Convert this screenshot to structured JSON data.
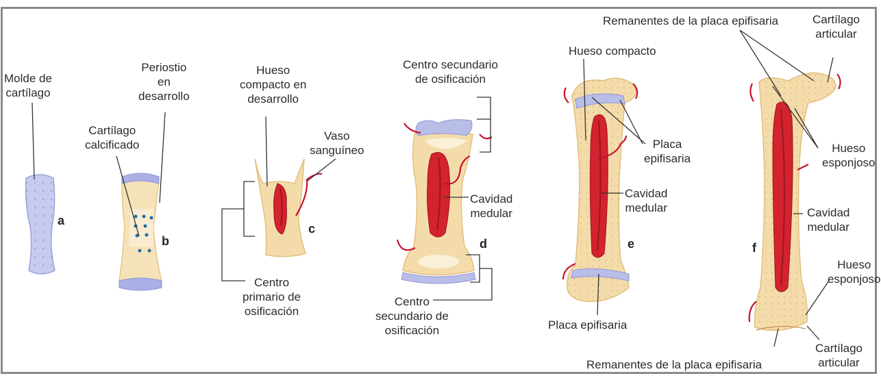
{
  "stages": [
    {
      "letter": "a",
      "labels": {
        "molde": [
          "Molde de",
          "cartílago"
        ]
      }
    },
    {
      "letter": "b",
      "labels": {
        "periostio": [
          "Periostio",
          "en",
          "desarrollo"
        ],
        "calcificado": [
          "Cartílago",
          "calcificado"
        ]
      }
    },
    {
      "letter": "c",
      "labels": {
        "hueso_compacto": [
          "Hueso",
          "compacto en",
          "desarrollo"
        ],
        "vaso": [
          "Vaso",
          "sanguíneo"
        ],
        "centro_primario": [
          "Centro",
          "primario de",
          "osificación"
        ]
      }
    },
    {
      "letter": "d",
      "labels": {
        "centro_sec_top": [
          "Centro secundario",
          "de osificación"
        ],
        "cavidad": [
          "Cavidad",
          "medular"
        ],
        "centro_sec_bottom": [
          "Centro",
          "secundario de",
          "osificación"
        ]
      }
    },
    {
      "letter": "e",
      "labels": {
        "hueso_compacto": [
          "Hueso compacto"
        ],
        "placa_top": [
          "Placa",
          "epifisaria"
        ],
        "cavidad": [
          "Cavidad",
          "medular"
        ],
        "placa_bottom": [
          "Placa epifisaria"
        ]
      }
    },
    {
      "letter": "f",
      "labels": {
        "remanentes_top": [
          "Remanentes de la placa epifisaria"
        ],
        "cartilago_top": [
          "Cartílago",
          "articular"
        ],
        "esponjoso_top": [
          "Hueso",
          "esponjoso"
        ],
        "cavidad": [
          "Cavidad",
          "medular"
        ],
        "esponjoso_bottom": [
          "Hueso",
          "esponjoso"
        ],
        "remanentes_bottom": [
          "Remanentes de la placa epifisaria"
        ],
        "cartilago_bottom": [
          "Cartílago",
          "articular"
        ]
      }
    }
  ],
  "colors": {
    "bone": "#f4dcaa",
    "bone_edge": "#e2bf7e",
    "cartilage": "#b9bee8",
    "cartilage_dark": "#8e95d6",
    "marrow": "#d2232e",
    "marrow_dark": "#9e1420",
    "vessel": "#c8102e",
    "leader": "#333333"
  }
}
